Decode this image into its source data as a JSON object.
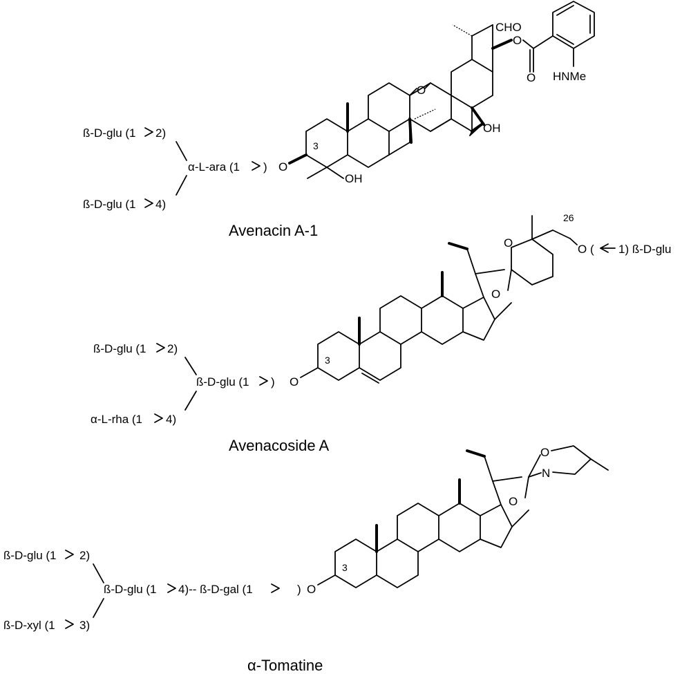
{
  "molecules": {
    "avenacin": {
      "name": "Avenacin A-1",
      "sugar_top": "ß-D-glu (1",
      "sugar_top_link": "2)",
      "sugar_mid": "α-L-ara (1",
      "sugar_mid_link": ")",
      "sugar_bot": "ß-D-glu (1",
      "sugar_bot_link": "4)",
      "o3": "O",
      "c3": "3",
      "oh_a": "OH",
      "oh_b": "OH",
      "epoxide_o": "O",
      "cho": "CHO",
      "ester_o": "O",
      "carbonyl_o": "O",
      "nhme": "HNMe"
    },
    "avenacoside": {
      "name": "Avenacoside A",
      "sugar_top": "ß-D-glu (1",
      "sugar_top_link": "2)",
      "sugar_mid": "ß-D-glu (1",
      "sugar_mid_link": ")",
      "sugar_bot": "α-L-rha (1",
      "sugar_bot_link": "4)",
      "o3": "O",
      "c3": "3",
      "ring_o1": "O",
      "ring_o2": "O",
      "c26": "26",
      "o26": "O (",
      "glu26": "1) ß-D-glu"
    },
    "tomatine": {
      "name": "α-Tomatine",
      "sugar_top": "ß-D-glu (1",
      "sugar_top_link": "2)",
      "sugar_mid": "ß-D-glu (1",
      "sugar_mid_link": "4)-- ß-D-gal (1",
      "sugar_mid_end": ")",
      "sugar_bot": "ß-D-xyl (1",
      "sugar_bot_link": "3)",
      "o3": "O",
      "c3": "3",
      "ring_o1": "O",
      "ring_o2": "O",
      "n": "N"
    }
  }
}
